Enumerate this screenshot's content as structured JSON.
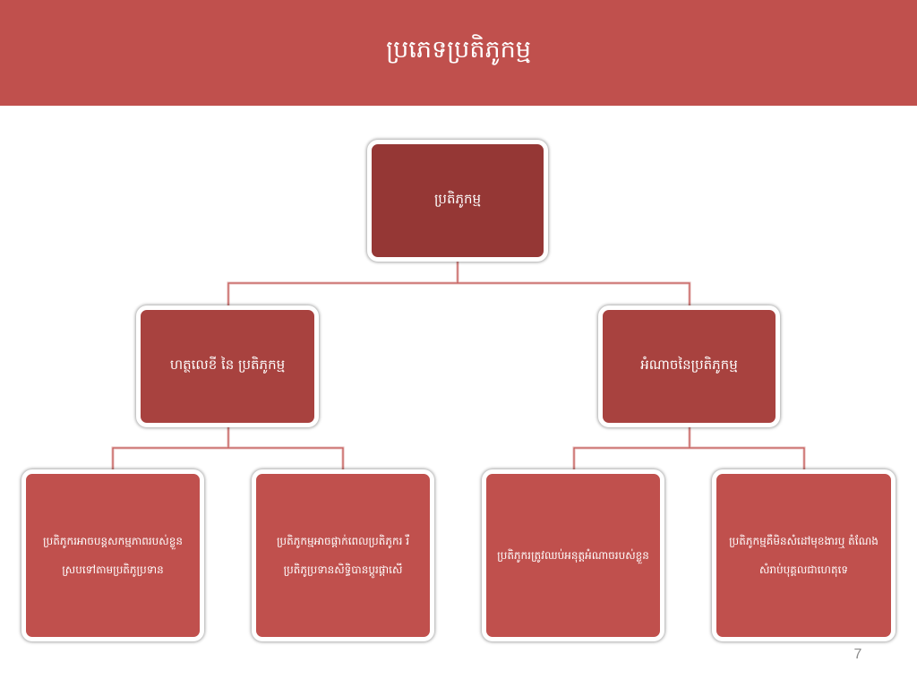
{
  "slide": {
    "title": "ប្រភេទប្រតិភូកម្ម",
    "page_number": "7"
  },
  "diagram": {
    "root": {
      "label": "ប្រតិភូកម្ម"
    },
    "branches": [
      {
        "label": "ហត្ថលេខី នៃ ប្រតិភូកម្ម",
        "children": [
          {
            "lines": [
              "ប្រតិភូករអាចបន្តសកម្មភាពរបស់ខ្លួន",
              "ស្របទៅតាមប្រតិភូប្រទាន"
            ]
          },
          {
            "lines": [
              "ប្រតិភូកម្មអាចផ្តាក់ពេលប្រតិភូករ រឺ",
              "ប្រតិភូប្រទានសិទ្ធិបានប្តូរផ្តាសើ"
            ]
          }
        ]
      },
      {
        "label": "អំណាចនៃប្រតិភូកម្ម",
        "children": [
          {
            "lines": [
              "ប្រតិភូករត្រូវឈប់អនុត្តអំណាចរបស់ខ្លួន"
            ]
          },
          {
            "lines": [
              "ប្រតិភូកម្មគឺមិនសំដៅមុខងារឬ តំណែង",
              "សំរាប់បុគ្គលជាហេតុទេ"
            ]
          }
        ]
      }
    ]
  },
  "colors": {
    "header": "#c0504d",
    "root": "#953735",
    "level2": "#a8423f",
    "level3": "#c0504d",
    "connector": "#c0504d"
  }
}
